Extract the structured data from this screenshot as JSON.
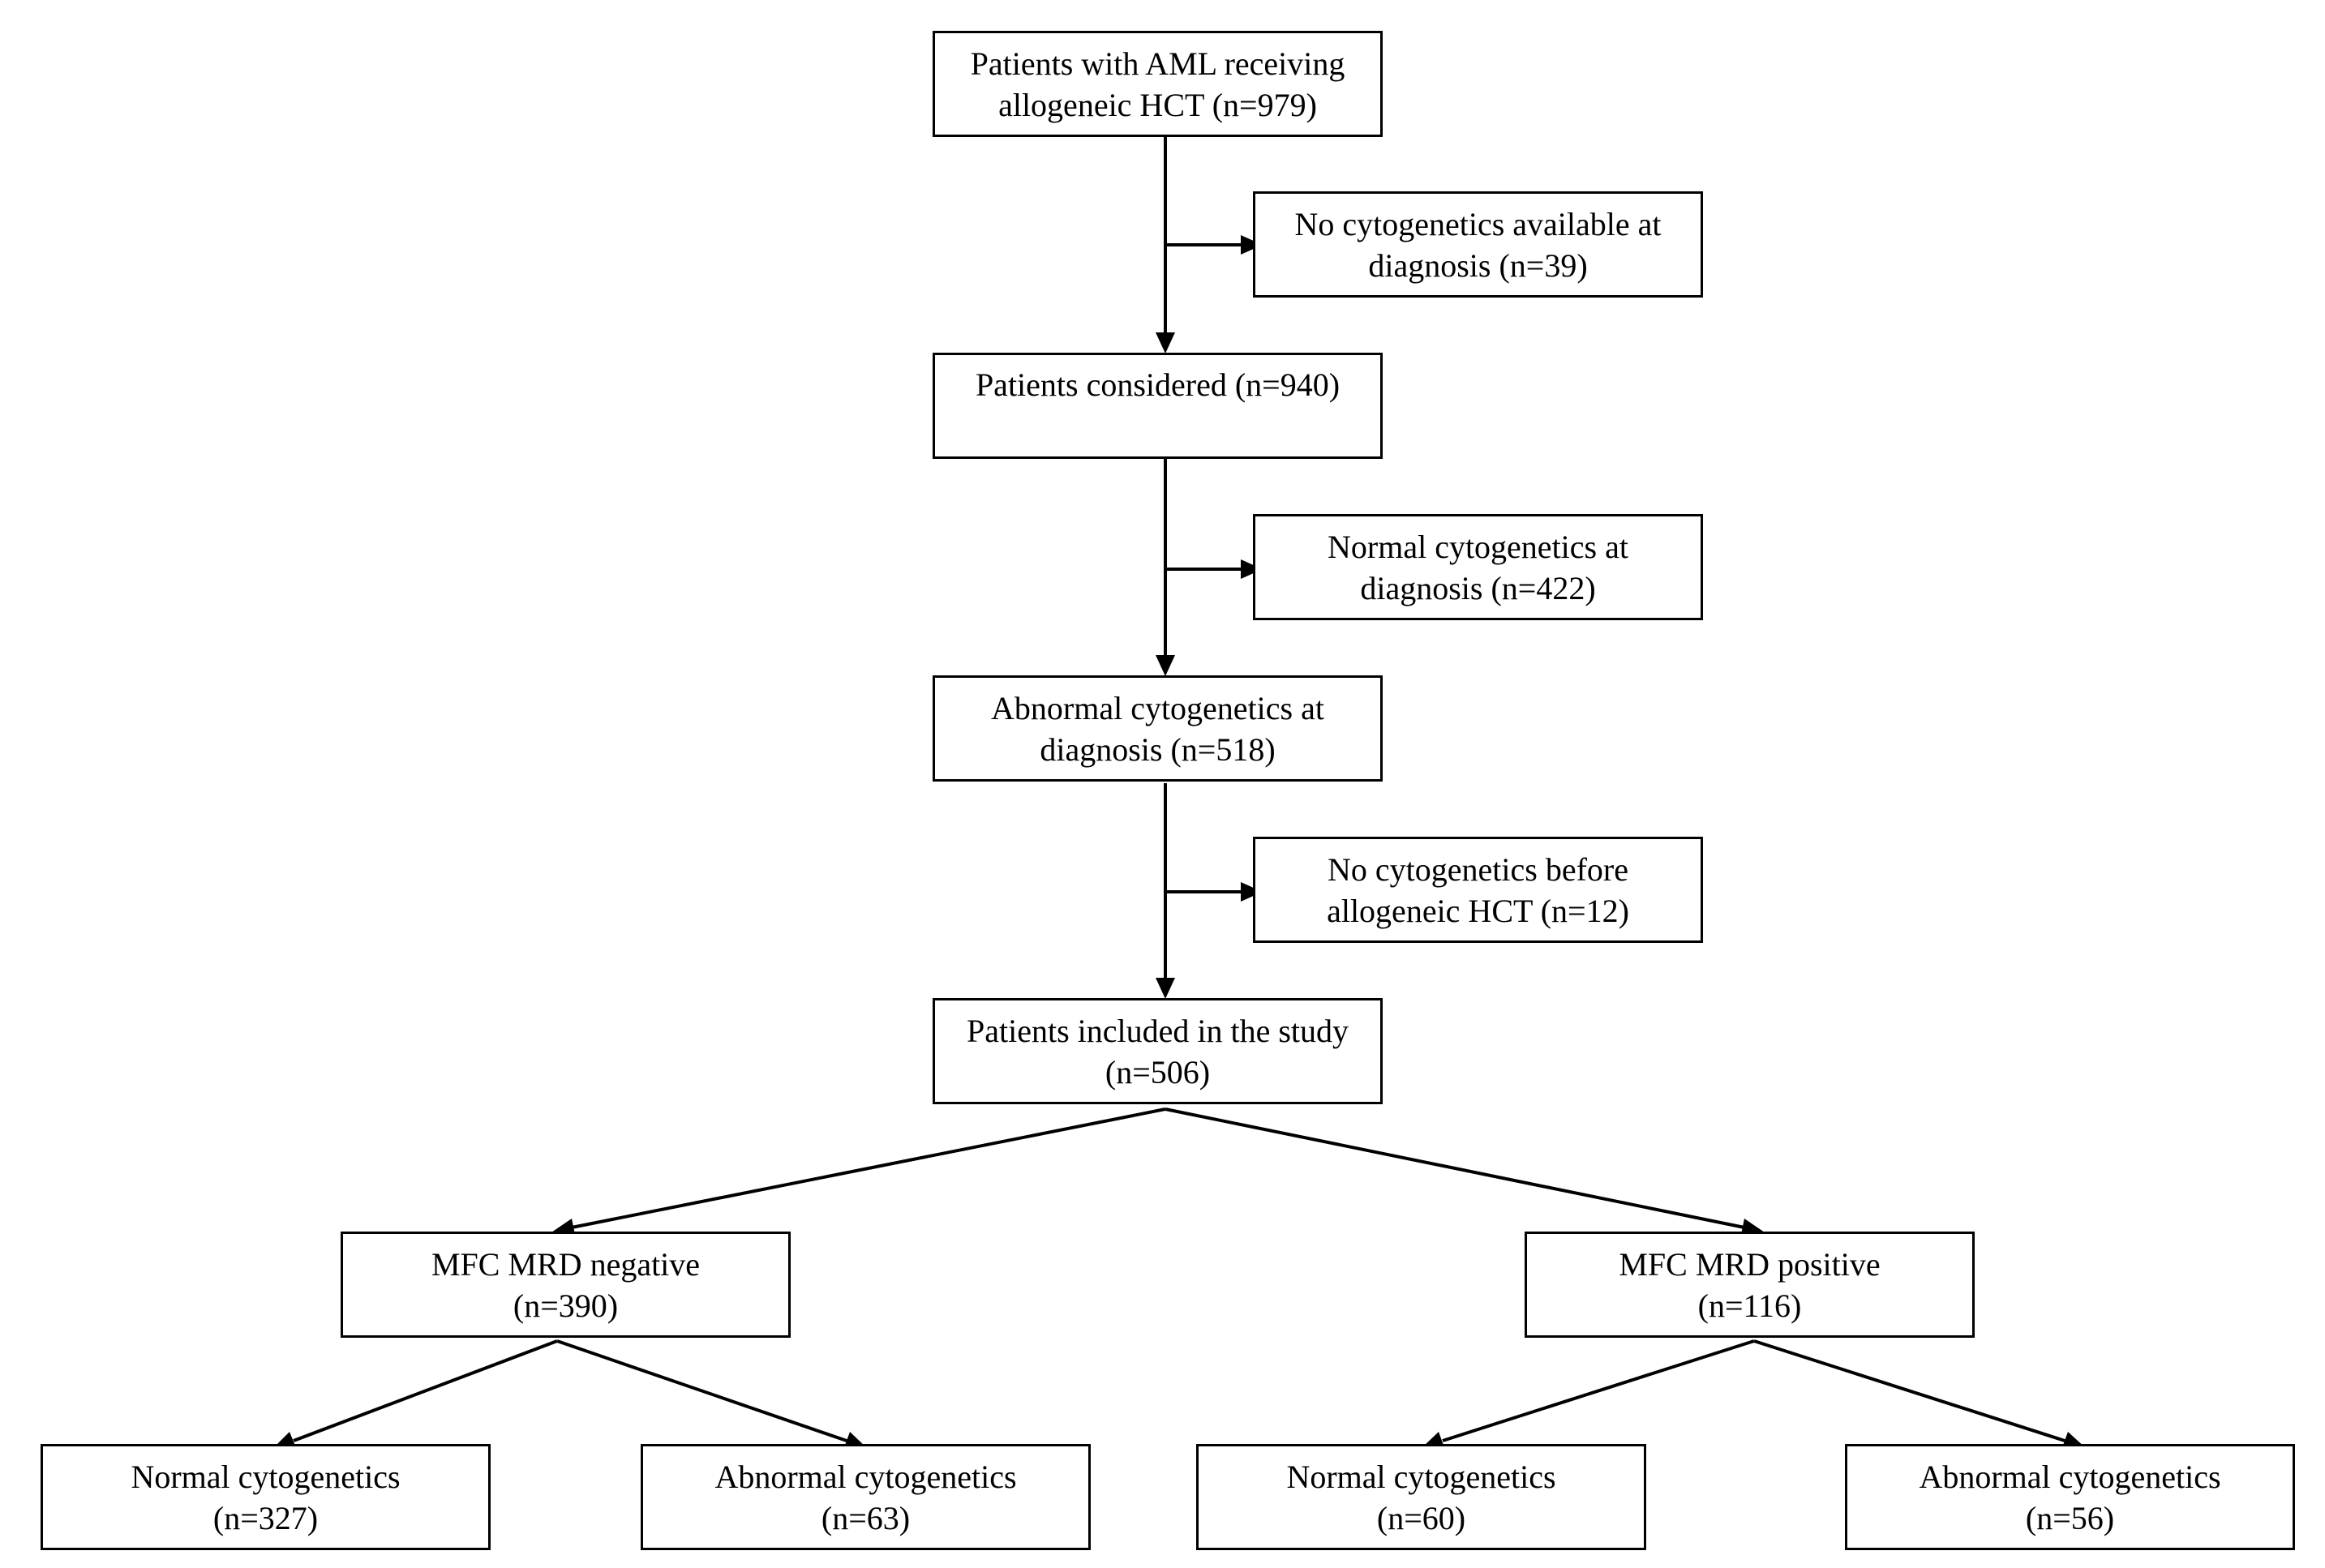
{
  "colors": {
    "line": "#000000",
    "box_border": "#000000",
    "background": "#ffffff"
  },
  "boxes": {
    "aml": {
      "line1": "Patients with AML receiving",
      "line2": "allogeneic HCT (n=979)"
    },
    "no_cyto_dx": {
      "line1": "No cytogenetics available at",
      "line2": "diagnosis (n=39)"
    },
    "considered": {
      "line1": "Patients considered (n=940)"
    },
    "normal_dx": {
      "line1": "Normal cytogenetics at",
      "line2": "diagnosis (n=422)"
    },
    "abnormal_dx": {
      "line1": "Abnormal cytogenetics at",
      "line2": "diagnosis (n=518)"
    },
    "no_cyto_hct": {
      "line1": "No cytogenetics before",
      "line2": "allogeneic HCT (n=12)"
    },
    "included": {
      "line1": "Patients included in the study",
      "line2": "(n=506)"
    },
    "mrd_neg": {
      "line1": "MFC MRD negative",
      "line2": "(n=390)"
    },
    "mrd_pos": {
      "line1": "MFC MRD positive",
      "line2": "(n=116)"
    },
    "neg_normal": {
      "line1": "Normal cytogenetics",
      "line2": "(n=327)"
    },
    "neg_abnormal": {
      "line1": "Abnormal cytogenetics",
      "line2": "(n=63)"
    },
    "pos_normal": {
      "line1": "Normal cytogenetics",
      "line2": "(n=60)"
    },
    "pos_abnormal": {
      "line1": "Abnormal cytogenetics",
      "line2": "(n=56)"
    }
  }
}
